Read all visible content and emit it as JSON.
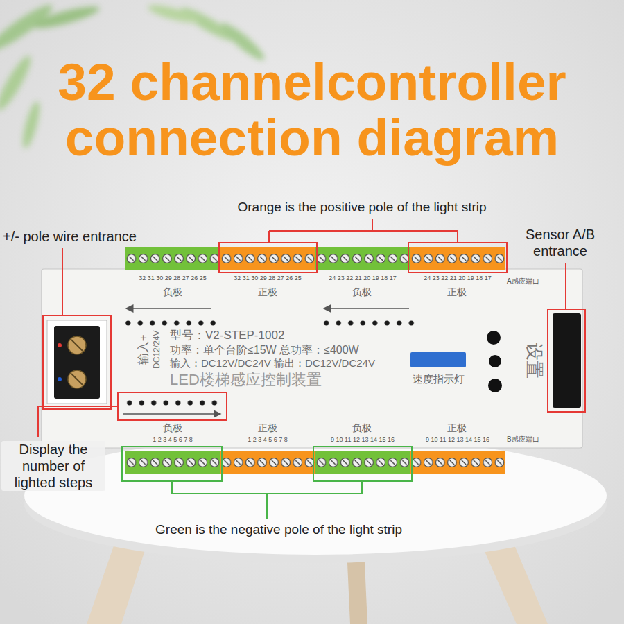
{
  "diagram": {
    "title": "32 channelcontroller connection diagram",
    "nodes": [
      {
        "text": [
          "型号：V2-STEP-1002",
          "功率：单个台阶≤15W 总功率：≤400W",
          "输入：DC12V/DC24V 输出：DC12V/DC24V",
          "LED楼梯感应控制装置"
        ]
      }
    ],
    "labels": [
      "+/- pole wire entrance",
      "Orange is the positive pole of the light strip",
      "Sensor A/B entrance",
      "32 31 30 29 28 27 26 25",
      "32 31 30 29 28 27 26 25",
      "24 23 22 21 20 19 18 17",
      "24 23 22 21 20 19 18 17",
      "负极",
      "正极",
      "负极",
      "正极",
      "A感应端口",
      "输入+",
      "DC12/24V",
      "速度指示灯",
      "设置",
      "负极",
      "正极",
      "负极",
      "正极",
      "B感应端口",
      "1 2 3 4 5 6 7 8",
      "1 2 3 4 5 6 7 8",
      "9 10 11 12 13 14 15 16",
      "9 10 11 12 13 14 15 16",
      "Display the number of lighted steps",
      "Green is the negative pole of the light strip"
    ]
  }
}
